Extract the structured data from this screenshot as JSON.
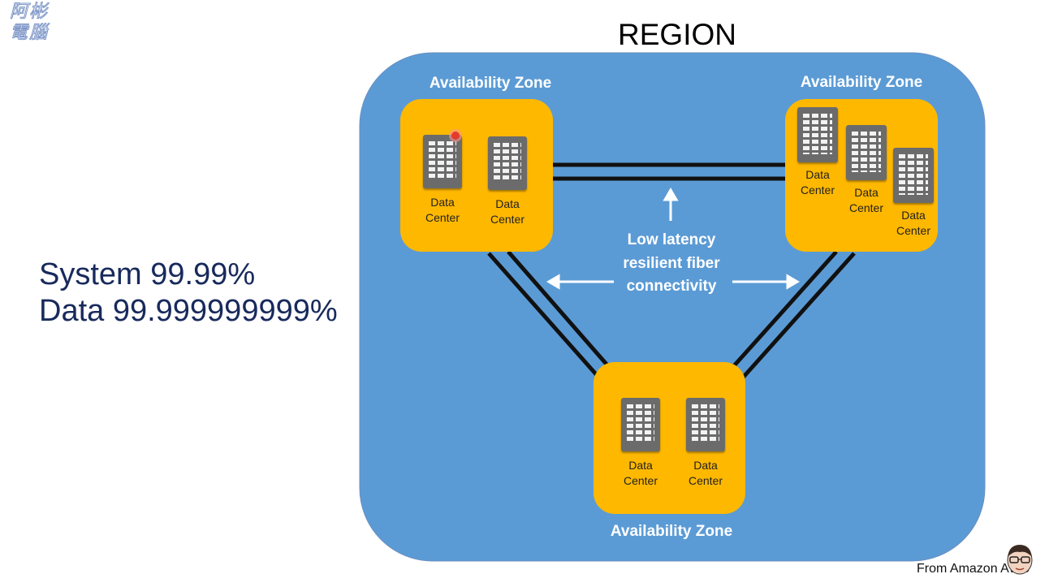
{
  "logo": {
    "text": "阿彬\n電腦"
  },
  "stats": {
    "system": "System 99.99%",
    "data": "Data 99.999999999%"
  },
  "region": {
    "title": "REGION"
  },
  "zones": [
    {
      "label": "Availability Zone",
      "centers": [
        "Data\nCenter",
        "Data\nCenter"
      ]
    },
    {
      "label": "Availability Zone",
      "centers": [
        "Data\nCenter",
        "Data\nCenter",
        "Data\nCenter"
      ]
    },
    {
      "label": "Availability Zone",
      "centers": [
        "Data\nCenter",
        "Data\nCenter"
      ]
    }
  ],
  "fiber": {
    "text": "Low latency\nresilient fiber\nconnectivity"
  },
  "credit": {
    "prefix": "From  Amazon ",
    "suffix": "AWS"
  },
  "colors": {
    "region": "#5b9bd5",
    "zone": "#ffb800",
    "building": "#6b6b6b",
    "stats_text": "#182a5c"
  },
  "icons": [
    "data-center-building-icon",
    "arrow-up-icon",
    "arrow-left-icon",
    "arrow-right-icon",
    "avatar-icon"
  ]
}
